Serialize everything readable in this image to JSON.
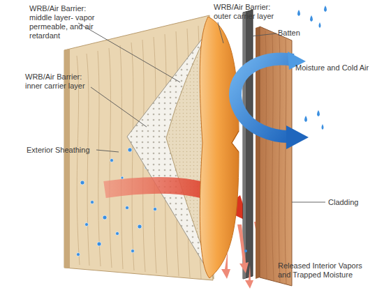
{
  "diagram": {
    "labels": [
      "WRB/Air Barrier: middle layer- vapor permeable, and air retardant",
      "WRB/Air Barrier: outer carrier layer",
      "Batten",
      "WRB/Air Barrier: inner carrier layer",
      "Moisture and Cold Air",
      "Exterior Sheathing",
      "Cladding",
      "Released Interior Vapors and Trapped Moisture"
    ]
  }
}
